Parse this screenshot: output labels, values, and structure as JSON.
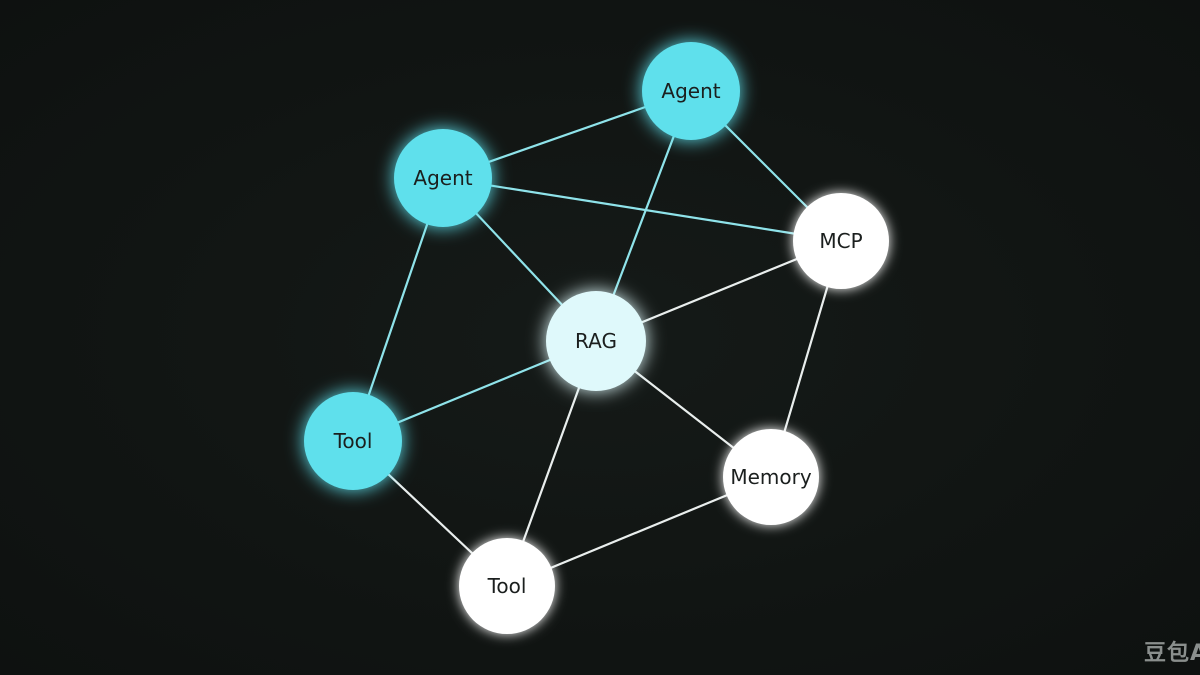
{
  "colors": {
    "background": "#111513",
    "agent_fill": "#5fe0ec",
    "tool_fill": "#5fe0ec",
    "rag_fill": "#dff9fb",
    "white_fill": "#ffffff",
    "label_color": "#1b1f1e",
    "edge_cyan": "#8fe3ea",
    "edge_white": "#e9eeed"
  },
  "nodes": [
    {
      "id": "agent-top",
      "label": "Agent",
      "kind": "agent"
    },
    {
      "id": "agent-left",
      "label": "Agent",
      "kind": "agent"
    },
    {
      "id": "mcp",
      "label": "MCP",
      "kind": "white"
    },
    {
      "id": "rag",
      "label": "RAG",
      "kind": "rag"
    },
    {
      "id": "tool-left",
      "label": "Tool",
      "kind": "tool"
    },
    {
      "id": "memory",
      "label": "Memory",
      "kind": "white"
    },
    {
      "id": "tool-bottom",
      "label": "Tool",
      "kind": "white"
    }
  ],
  "edges": [
    [
      "agent-left",
      "agent-top"
    ],
    [
      "agent-top",
      "mcp"
    ],
    [
      "agent-top",
      "rag"
    ],
    [
      "agent-left",
      "mcp"
    ],
    [
      "agent-left",
      "rag"
    ],
    [
      "agent-left",
      "tool-left"
    ],
    [
      "mcp",
      "rag"
    ],
    [
      "mcp",
      "memory"
    ],
    [
      "rag",
      "tool-left"
    ],
    [
      "rag",
      "memory"
    ],
    [
      "rag",
      "tool-bottom"
    ],
    [
      "tool-left",
      "tool-bottom"
    ],
    [
      "tool-bottom",
      "memory"
    ]
  ],
  "watermark": "豆包AI"
}
